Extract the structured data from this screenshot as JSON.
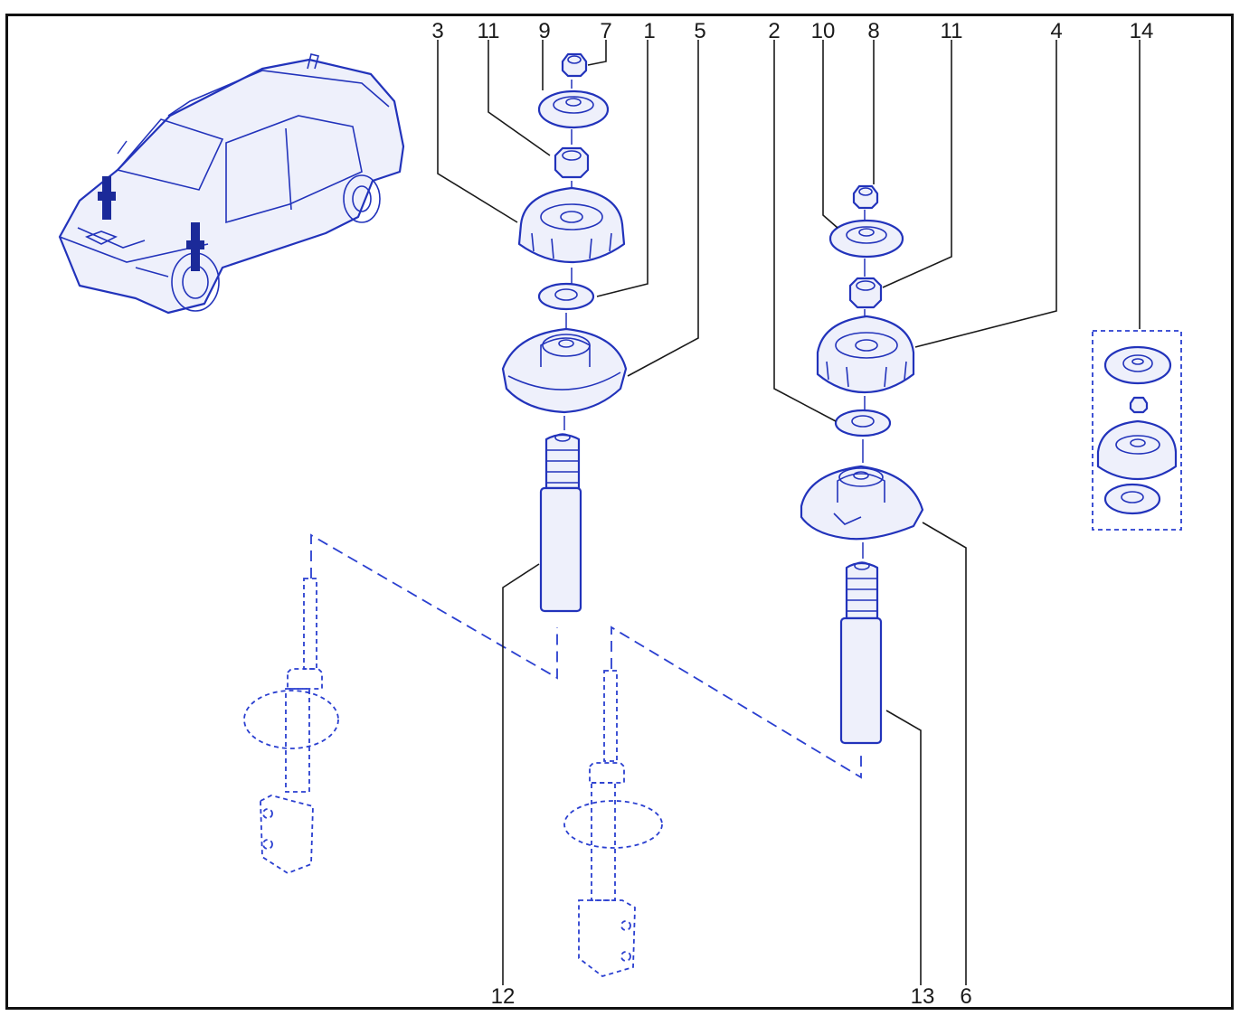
{
  "callouts": {
    "c1": "1",
    "c2": "2",
    "c3": "3",
    "c4": "4",
    "c5": "5",
    "c6": "6",
    "c7": "7",
    "c8": "8",
    "c9": "9",
    "c10": "10",
    "c11a": "11",
    "c11b": "11",
    "c12": "12",
    "c13": "13",
    "c14": "14"
  },
  "colors": {
    "line_art": "#2233bb",
    "frame": "#111111",
    "labels": "#1a1a1a"
  }
}
